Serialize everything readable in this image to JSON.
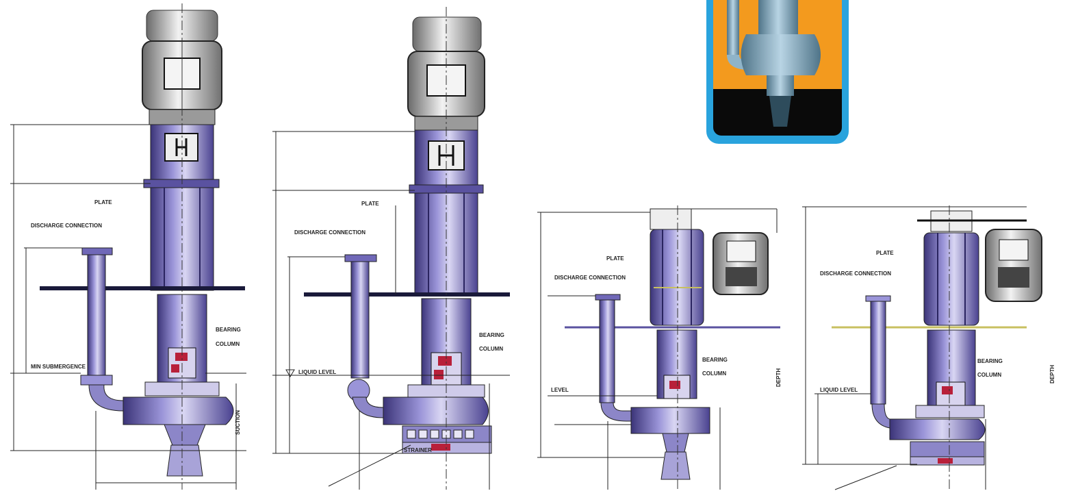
{
  "colors": {
    "pump_body": "#7068b8",
    "pump_dark": "#3b3478",
    "pump_light": "#c9c6ee",
    "motor_gray": "#9a9a9a",
    "motor_light": "#e4e4e4",
    "line_black": "#111111",
    "impeller_red": "#b8203a",
    "thumb_orange": "#f39a1e",
    "thumb_border": "#29a3dd",
    "thumb_black": "#0a0a0a",
    "thumb_pump": "#8fb4c9"
  },
  "thumbnail": {
    "name": "submersible pump product photo"
  },
  "icons": {
    "motor": "electric-motor-icon",
    "coupling_plate": "h-coupling-plate-icon",
    "impeller": "impeller-icon",
    "level": "liquid-level-triangle-icon"
  },
  "drawings": [
    {
      "name": "pump-drawing-1",
      "labels": {
        "discharge_size": "DISCHARGE CONNECTION",
        "mounting_plate": "PLATE",
        "liquid_level": "MIN SUBMERGENCE",
        "bearing": "BEARING",
        "column": "COLUMN",
        "suction": "SUCTION"
      }
    },
    {
      "name": "pump-drawing-2",
      "labels": {
        "discharge_size": "DISCHARGE CONNECTION",
        "mounting_plate": "PLATE",
        "liquid_level": "LIQUID LEVEL",
        "bearing": "BEARING",
        "column": "COLUMN",
        "strainer": "STRAINER"
      }
    },
    {
      "name": "pump-drawing-3",
      "labels": {
        "discharge": "DISCHARGE CONNECTION",
        "plate": "PLATE",
        "level": "LEVEL",
        "bearing": "BEARING",
        "column": "COLUMN",
        "depth": "DEPTH"
      }
    },
    {
      "name": "pump-drawing-4",
      "labels": {
        "discharge": "DISCHARGE CONNECTION",
        "plate": "PLATE",
        "level": "LIQUID LEVEL",
        "bearing": "BEARING",
        "column": "COLUMN",
        "depth": "DEPTH"
      }
    }
  ]
}
